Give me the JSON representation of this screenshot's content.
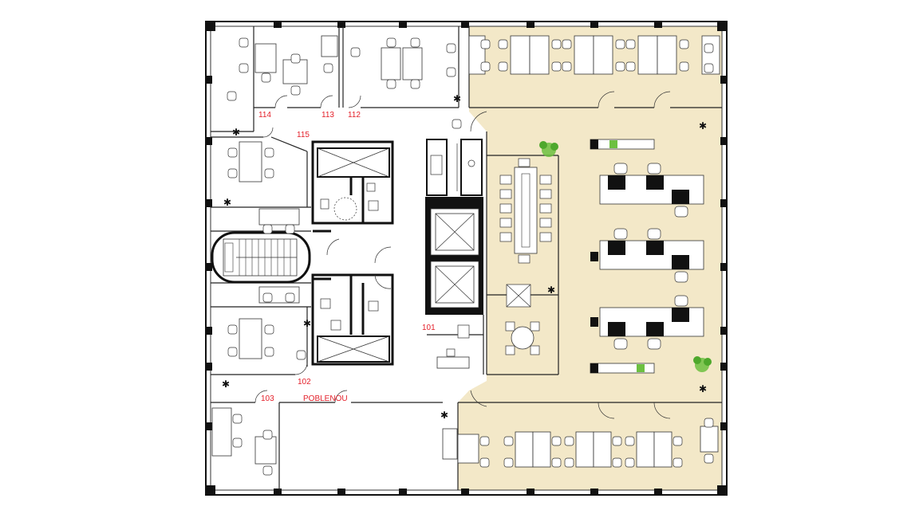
{
  "colors": {
    "highlight_zone": "#f3e8c8",
    "room_label": "#e4202a",
    "walls": "#222222",
    "plant": "#6cc040"
  },
  "rooms": {
    "r114": "114",
    "r113": "113",
    "r112": "112",
    "r115": "115",
    "r101": "101",
    "r102": "102",
    "r103": "103",
    "poblenou": "POBLENOU"
  },
  "icons": [
    "plant-icon",
    "elevator-icon",
    "stairs-icon"
  ]
}
